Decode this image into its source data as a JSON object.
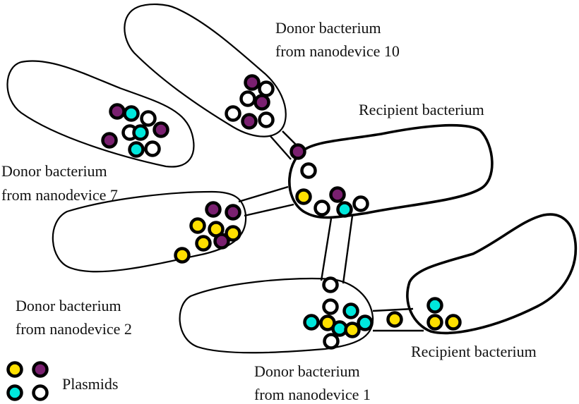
{
  "colors": {
    "yellow": "#ffe000",
    "purple": "#7a2070",
    "cyan": "#00e8dc",
    "white": "#ffffff",
    "outline": "#000000"
  },
  "labels": {
    "donor10": [
      "Donor bacterium",
      "from nanodevice 10"
    ],
    "recipient_top": "Recipient bacterium",
    "donor7": [
      "Donor bacterium",
      "from nanodevice 7"
    ],
    "donor2": [
      "Donor bacterium",
      "from nanodevice 2"
    ],
    "recipient_bottom": "Recipient bacterium",
    "donor1": [
      "Donor bacterium",
      "from nanodevice 1"
    ]
  },
  "legend": {
    "label": "Plasmids",
    "plasmid_types": [
      "yellow",
      "purple",
      "cyan",
      "white"
    ]
  },
  "cells": [
    {
      "id": "donor-nanodevice-7",
      "role": "donor",
      "plasmids": {
        "purple": 3,
        "cyan": 3,
        "white": 3
      }
    },
    {
      "id": "donor-nanodevice-10",
      "role": "donor",
      "plasmids": {
        "purple": 3,
        "white": 4
      }
    },
    {
      "id": "recipient-top",
      "role": "recipient",
      "plasmids": {
        "purple": 2,
        "white": 3,
        "yellow": 1,
        "cyan": 1
      }
    },
    {
      "id": "donor-nanodevice-2",
      "role": "donor",
      "plasmids": {
        "purple": 3,
        "yellow": 5
      }
    },
    {
      "id": "donor-nanodevice-1",
      "role": "donor",
      "plasmids": {
        "white": 3,
        "cyan": 4,
        "yellow": 2
      }
    },
    {
      "id": "recipient-bottom",
      "role": "recipient",
      "plasmids": {
        "cyan": 1,
        "yellow": 3
      }
    }
  ]
}
